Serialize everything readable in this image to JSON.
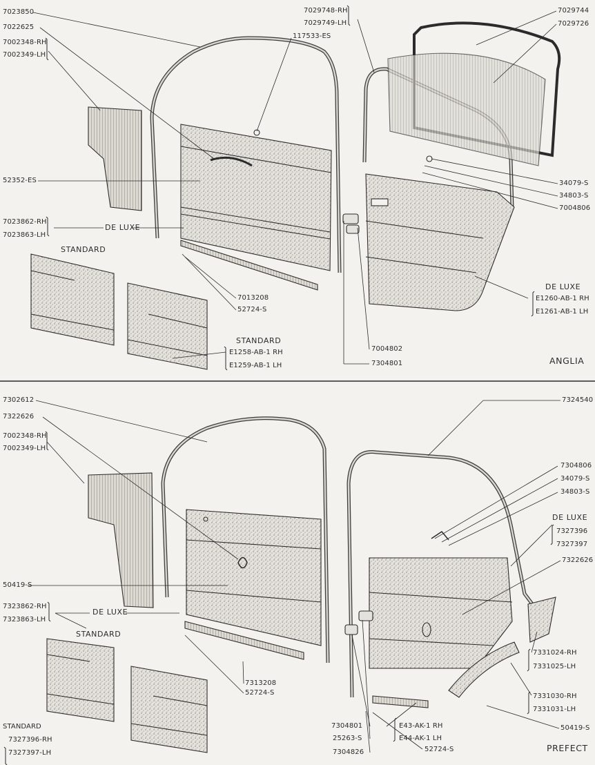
{
  "anglia": {
    "title": "ANGLIA",
    "parts": {
      "p7023850": "7023850",
      "p7022625": "7022625",
      "p7002348_rh": "7002348-RH",
      "p7002349_lh": "7002349-LH",
      "p7029748_rh": "7029748-RH",
      "p7029749_lh": "7029749-LH",
      "p117533": "117533-ES",
      "p7029744": "7029744",
      "p7029726": "7029726",
      "p52352": "52352-ES",
      "p7023862_rh": "7023862-RH",
      "p7023863_lh": "7023863-LH",
      "de_luxe": "DE LUXE",
      "standard": "STANDARD",
      "p34079": "34079-S",
      "p34803": "34803-S",
      "p7004806": "7004806",
      "de_luxe_right": "DE LUXE",
      "e1260": "E1260-AB-1 RH",
      "e1261": "E1261-AB-1 LH",
      "p7013208": "7013208",
      "p52724": "52724-S",
      "standard_bottom": "STANDARD",
      "e1258": "E1258-AB-1 RH",
      "e1259": "E1259-AB-1 LH",
      "p7004802": "7004802",
      "p7304801": "7304801"
    }
  },
  "prefect": {
    "title": "PREFECT",
    "parts": {
      "p7302612": "7302612",
      "p7324540": "7324540",
      "p7322626": "7322626",
      "p7002348_rh": "7002348-RH",
      "p7002349_lh": "7002349-LH",
      "p7304806": "7304806",
      "p34079": "34079-S",
      "p34803": "34803-S",
      "de_luxe_right": "DE LUXE",
      "p7327396": "7327396",
      "p7327397": "7327397",
      "p7322626_b": "7322626",
      "p50419": "50419-S",
      "p7323862_rh": "7323862-RH",
      "p7323863_lh": "7323863-LH",
      "de_luxe": "DE LUXE",
      "standard": "STANDARD",
      "p7331024_rh": "7331024-RH",
      "p7331025_lh": "7331025-LH",
      "p7313208": "7313208",
      "p52724": "52724-S",
      "p7331030_rh": "7331030-RH",
      "p7331031_lh": "7331031-LH",
      "p50419_b": "50419-S",
      "standard_bottom": "STANDARD",
      "p7327396_rh": "7327396-RH",
      "p7327397_lh": "7327397-LH",
      "p7304801": "7304801",
      "p25263": "25263-S",
      "p7304826": "7304826",
      "e43": "E43-AK-1 RH",
      "e44": "E44-AK-1 LH",
      "p52724_b": "52724-S"
    }
  },
  "colors": {
    "ink": "#2b2b2b",
    "paper": "#f3f2ee",
    "stipple": "#cfcdc6"
  }
}
